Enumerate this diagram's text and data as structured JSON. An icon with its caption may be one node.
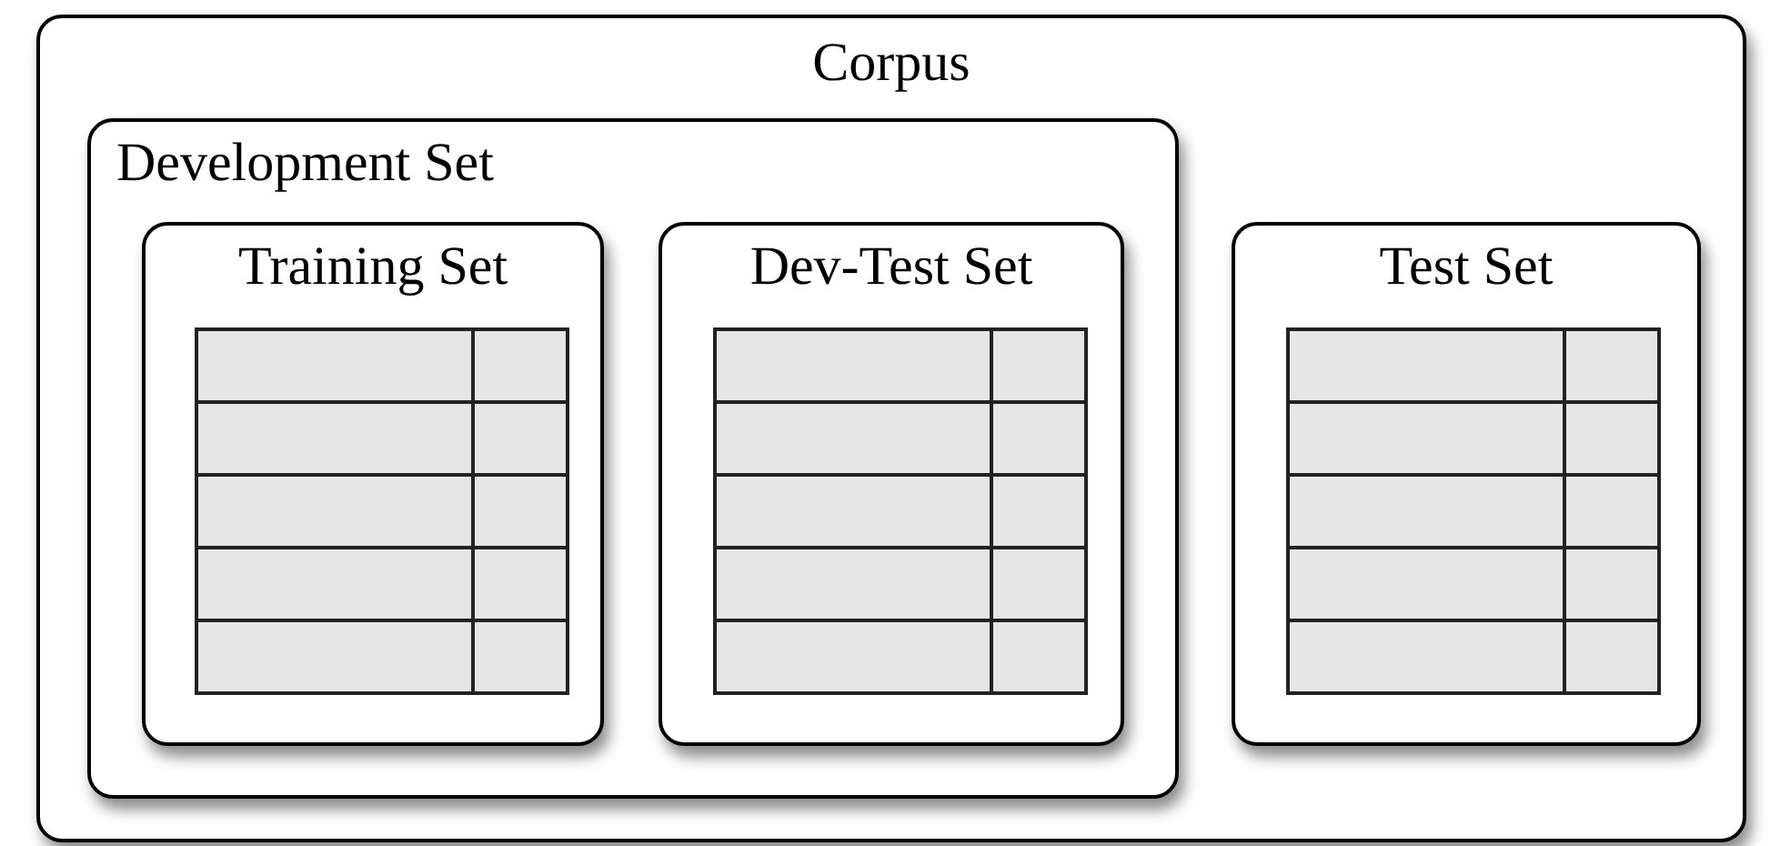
{
  "diagram": {
    "nodes": [
      {
        "text": [
          "Corpus"
        ]
      },
      {
        "text": [
          "Development Set"
        ],
        "in": 0
      },
      {
        "text": [
          "Training Set"
        ],
        "in": 1
      },
      {
        "text": [
          "Dev-Test Set"
        ],
        "in": 1
      },
      {
        "text": [
          "Test Set"
        ],
        "in": 0
      }
    ]
  }
}
